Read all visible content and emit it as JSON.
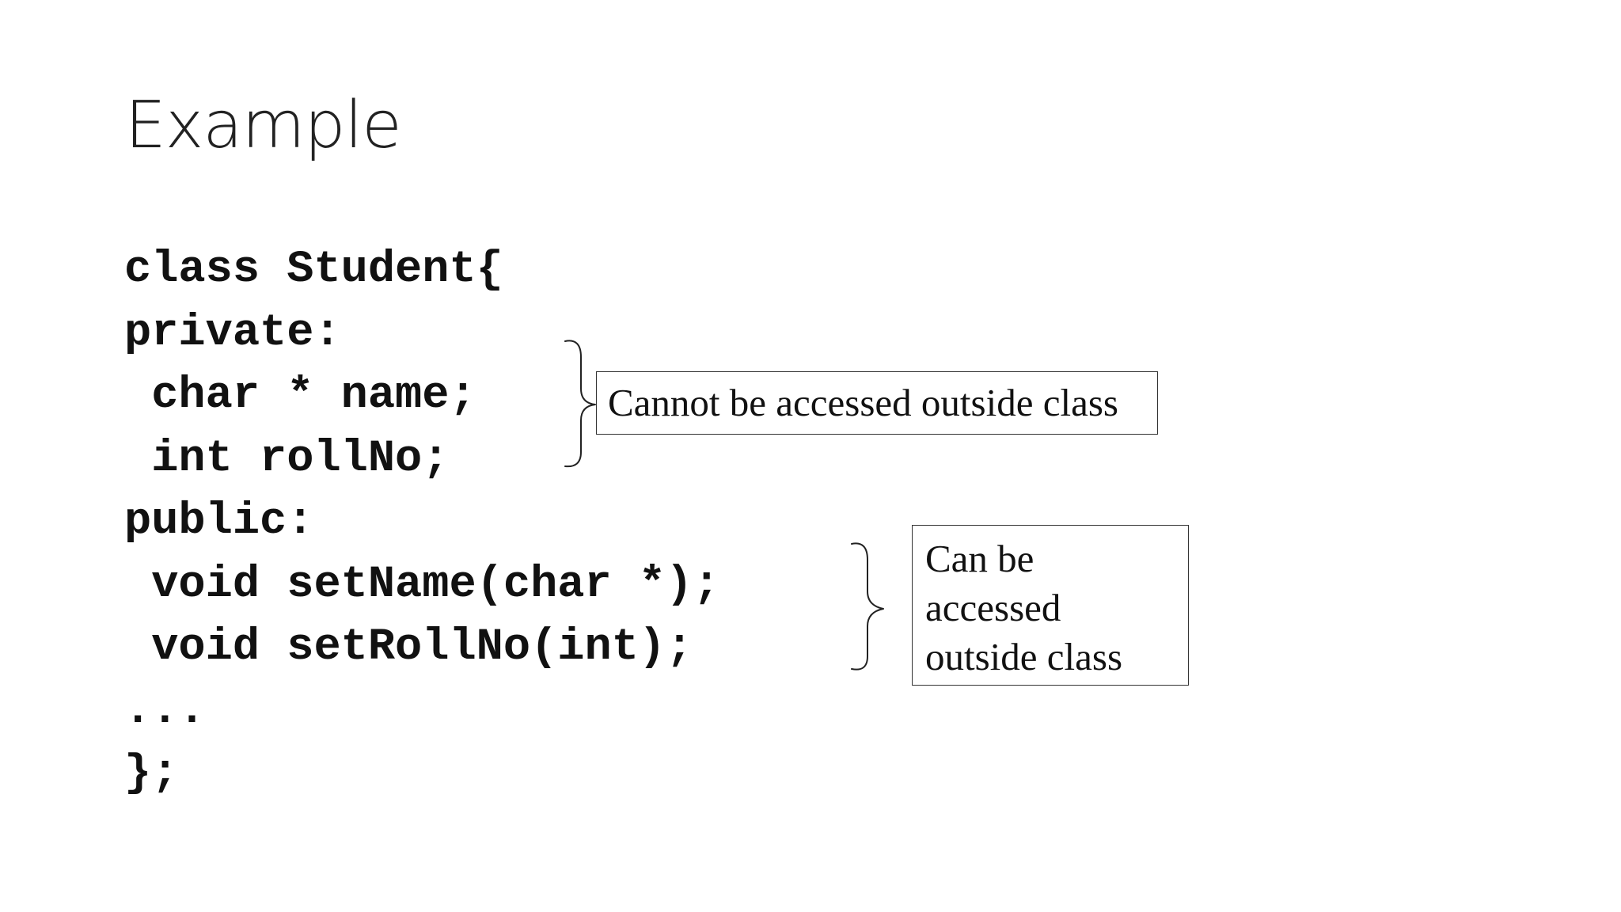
{
  "slide": {
    "title": "Example",
    "code_lines": [
      "class Student{",
      "private:",
      " char * name;",
      " int rollNo;",
      "public:",
      " void setName(char *);",
      " void setRollNo(int);",
      "...",
      "};"
    ],
    "callouts": {
      "private_note": "Cannot be accessed outside class",
      "public_note_lines": [
        "Can be",
        "accessed",
        "outside class"
      ]
    }
  }
}
